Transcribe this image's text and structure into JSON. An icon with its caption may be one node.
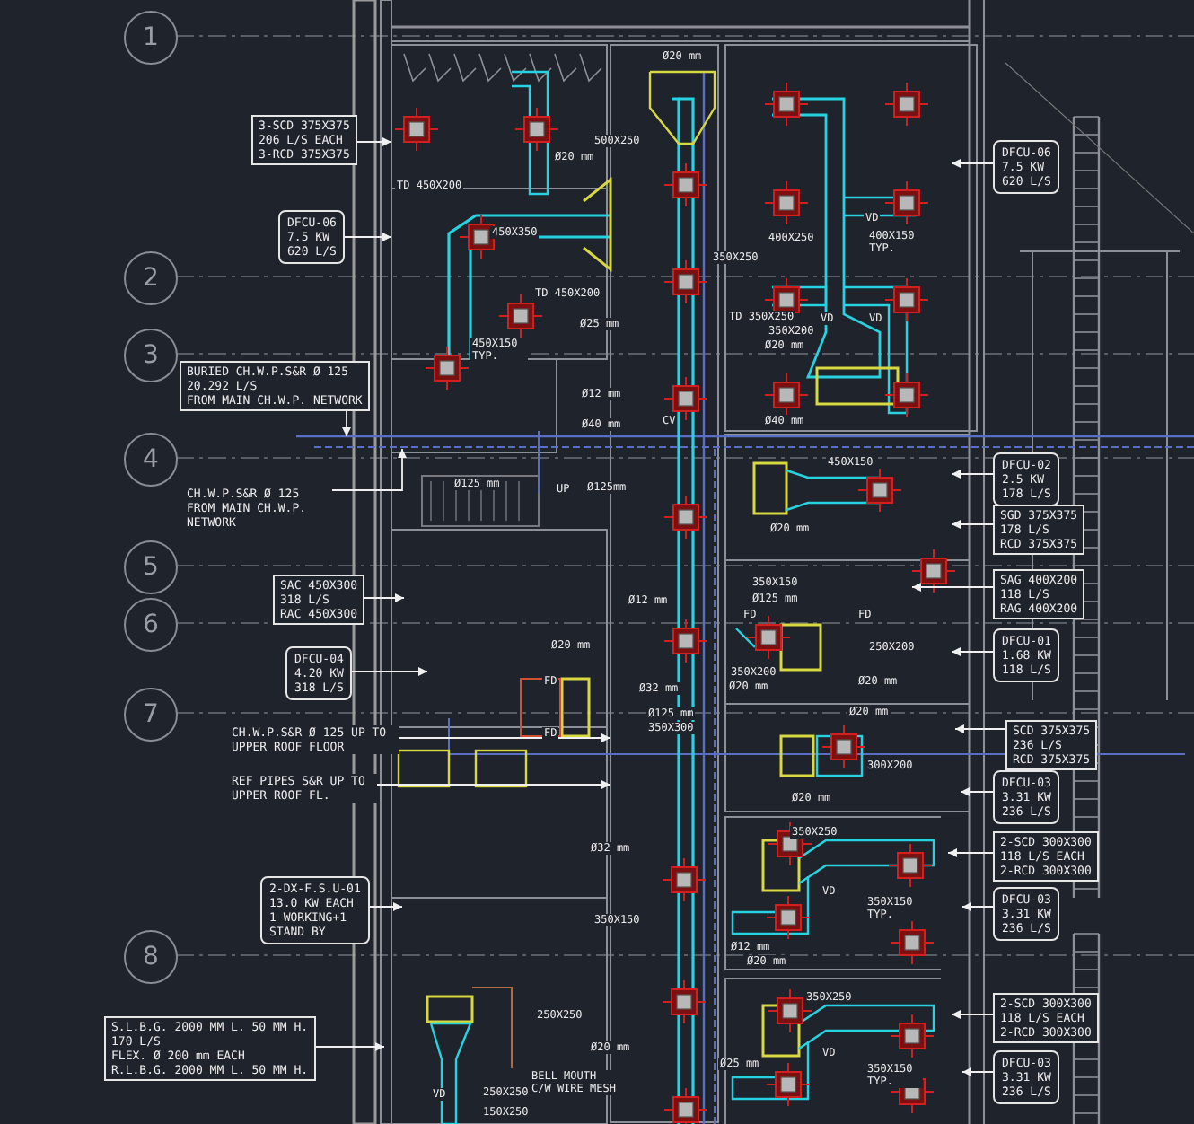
{
  "diagram": {
    "nodes": [
      {
        "text": [
          "1"
        ]
      },
      {
        "text": [
          "2"
        ]
      },
      {
        "text": [
          "3"
        ]
      },
      {
        "text": [
          "4"
        ]
      },
      {
        "text": [
          "5"
        ]
      },
      {
        "text": [
          "6"
        ]
      },
      {
        "text": [
          "7"
        ]
      },
      {
        "text": [
          "8"
        ]
      },
      {
        "text": [
          "3-SCD 375X375",
          "206 L/S EACH",
          "3-RCD 375X375"
        ]
      },
      {
        "text": [
          "DFCU-06",
          "7.5 KW",
          "620 L/S"
        ]
      },
      {
        "text": [
          "BURIED CH.W.P.S&R Ø 125",
          "20.292 L/S",
          "FROM MAIN CH.W.P. NETWORK"
        ]
      },
      {
        "text": [
          "CH.W.P.S&R Ø 125 FROM MAIN CH.W.P. NETWORK"
        ]
      },
      {
        "text": [
          "SAC 450X300",
          "318 L/S",
          "RAC 450X300"
        ]
      },
      {
        "text": [
          "DFCU-04",
          "4.20 KW",
          "318 L/S"
        ]
      },
      {
        "text": [
          "CH.W.P.S&R Ø 125 UP TO UPPER ROOF FLOOR"
        ]
      },
      {
        "text": [
          "REF PIPES S&R UP TO UPPER ROOF FL."
        ]
      },
      {
        "text": [
          "2-DX-F.S.U-01",
          "13.0 KW EACH",
          "1 WORKING+1",
          "STAND BY"
        ]
      },
      {
        "text": [
          "S.L.B.G. 2000 MM L. 50 MM H.",
          "170 L/S",
          "FLEX. Ø 200 mm EACH",
          "R.L.B.G. 2000 MM L. 50 MM H."
        ]
      },
      {
        "text": [
          "DFCU-06",
          "7.5 KW",
          "620 L/S"
        ]
      },
      {
        "text": [
          "DFCU-02",
          "2.5 KW",
          "178 L/S"
        ]
      },
      {
        "text": [
          "SGD 375X375",
          "178 L/S",
          "RCD 375X375"
        ]
      },
      {
        "text": [
          "SAG 400X200",
          "118 L/S",
          "RAG 400X200"
        ]
      },
      {
        "text": [
          "DFCU-01",
          "1.68 KW",
          "118 L/S"
        ]
      },
      {
        "text": [
          "SCD 375X375",
          "236 L/S",
          "RCD 375X375"
        ]
      },
      {
        "text": [
          "DFCU-03",
          "3.31 KW",
          "236 L/S"
        ]
      },
      {
        "text": [
          "2-SCD 300X300",
          "118 L/S EACH",
          "2-RCD 300X300"
        ]
      },
      {
        "text": [
          "DFCU-03",
          "3.31 KW",
          "236 L/S"
        ]
      },
      {
        "text": [
          "2-SCD 300X300",
          "118 L/S EACH",
          "2-RCD 300X300"
        ]
      },
      {
        "text": [
          "DFCU-03",
          "3.31 KW",
          "236 L/S"
        ]
      }
    ],
    "edges": [
      {
        "from": 8,
        "to": null,
        "arrow": "to"
      },
      {
        "from": 9,
        "to": null,
        "arrow": "to"
      },
      {
        "from": 10,
        "to": null,
        "arrow": "to"
      },
      {
        "from": 11,
        "to": null,
        "arrow": "to"
      },
      {
        "from": 12,
        "to": null,
        "arrow": "to"
      },
      {
        "from": 13,
        "to": null,
        "arrow": "to"
      },
      {
        "from": 14,
        "to": null,
        "arrow": "to"
      },
      {
        "from": 15,
        "to": null,
        "arrow": "to"
      },
      {
        "from": 16,
        "to": null,
        "arrow": "to"
      },
      {
        "from": 17,
        "to": null,
        "arrow": "to"
      },
      {
        "from": 18,
        "to": null,
        "arrow": "to"
      },
      {
        "from": 19,
        "to": null,
        "arrow": "to"
      },
      {
        "from": 20,
        "to": null,
        "arrow": "to"
      },
      {
        "from": 21,
        "to": null,
        "arrow": "to"
      },
      {
        "from": 22,
        "to": null,
        "arrow": "to"
      },
      {
        "from": 23,
        "to": null,
        "arrow": "to"
      },
      {
        "from": 24,
        "to": null,
        "arrow": "to"
      },
      {
        "from": 25,
        "to": null,
        "arrow": "to"
      },
      {
        "from": 26,
        "to": null,
        "arrow": "to"
      },
      {
        "from": 27,
        "to": null,
        "arrow": "to"
      },
      {
        "from": 28,
        "to": null,
        "arrow": "to"
      }
    ],
    "labels": [
      "Ø20 mm",
      "500X250",
      "Ø20 mm",
      "TD 450X200",
      "VD",
      "450X350",
      "400X250",
      "400X150 TYP.",
      "350X250",
      "TD 450X200",
      "VD",
      "VD",
      "TD 350X250",
      "Ø25 mm",
      "350X200",
      "Ø20 mm",
      "450X150 TYP.",
      "Ø12 mm",
      "Ø40 mm",
      "CV",
      "Ø40 mm",
      "450X150",
      "Ø125 mm",
      "UP",
      "Ø125mm",
      "Ø20 mm",
      "350X150",
      "Ø12 mm",
      "Ø125 mm",
      "FD",
      "FD",
      "Ø20 mm",
      "250X200",
      "350X200",
      "Ø20 mm",
      "Ø32 mm",
      "Ø20 mm",
      "FD",
      "Ø125 mm",
      "Ø20 mm",
      "350X300",
      "FD",
      "300X200",
      "Ø20 mm",
      "350X250",
      "Ø32 mm",
      "VD",
      "350X150 TYP.",
      "350X150",
      "Ø12 mm",
      "Ø20 mm",
      "350X250",
      "250X250",
      "Ø20 mm",
      "VD",
      "Ø25 mm",
      "350X150 TYP.",
      "BELL MOUTH C/W WIRE MESH",
      "VD",
      "250X250",
      "150X250"
    ]
  }
}
